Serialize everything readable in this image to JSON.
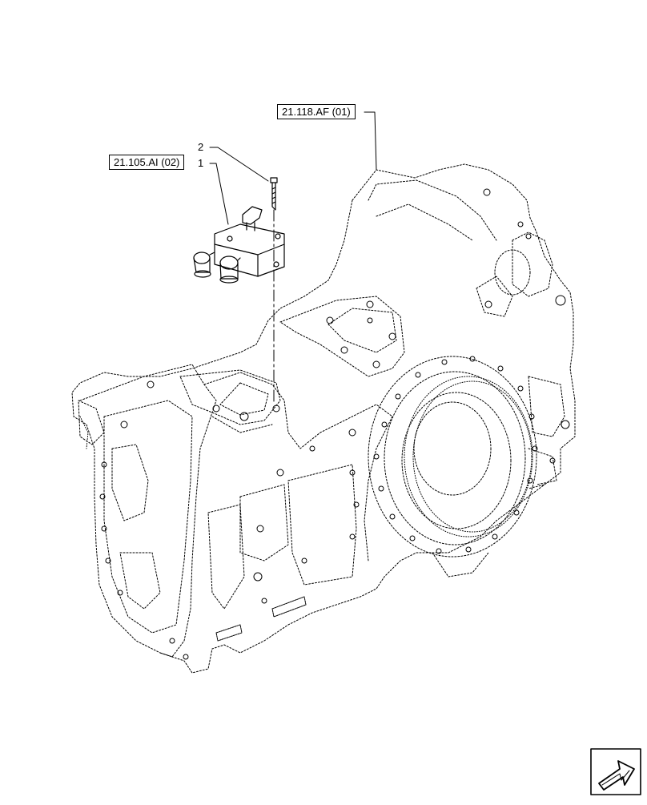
{
  "references": {
    "transmission_ref": "21.118.AF (01)",
    "valve_ref": "21.105.AI (02)"
  },
  "callouts": {
    "item_1": "1",
    "item_2": "2"
  },
  "colors": {
    "line": "#000000",
    "background": "#ffffff"
  },
  "icons": {
    "corner_icon": "next-page-arrow-icon"
  }
}
